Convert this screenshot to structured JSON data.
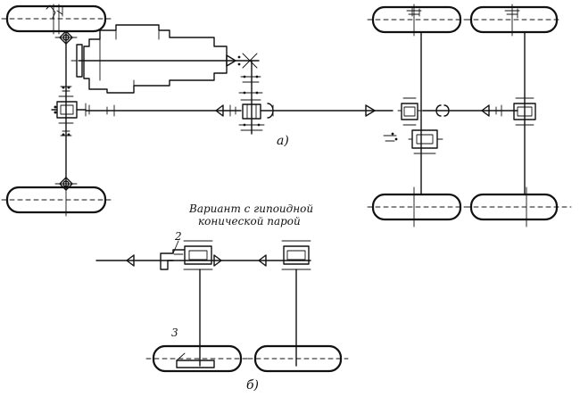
{
  "caption": {
    "line1": "Вариант с гипоидной",
    "line2": "конической парой"
  },
  "labels": {
    "part_2": "2",
    "part_3": "3",
    "fig_a": "а)",
    "fig_b": "б)"
  }
}
